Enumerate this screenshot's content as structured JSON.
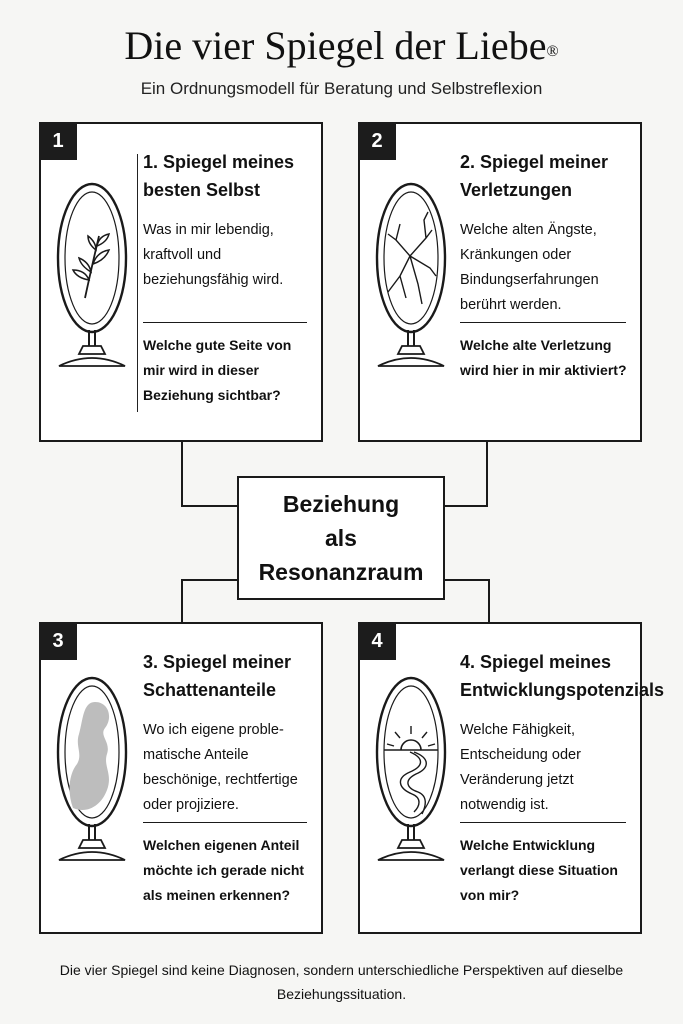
{
  "title": "Die vier Spiegel der Liebe",
  "title_mark": "®",
  "subtitle": "Ein Ordnungsmodell für Beratung und Selbstreflexion",
  "center": {
    "label": "Beziehung\nals\nResonanzraum"
  },
  "cards": [
    {
      "number": "1",
      "heading": "1. Spiegel meines besten Selbst",
      "description": "Was in mir lebendig, kraftvoll und beziehungsfähig wird.",
      "question": "Welche gute Seite von mir wird in dieser Beziehung sichtbar?",
      "icon": "mirror-plant-icon"
    },
    {
      "number": "2",
      "heading": "2. Spiegel meiner Verletzungen",
      "description": "Welche alten Ängste, Kränkungen oder Bindungserfahrungen berührt werden.",
      "question": "Welche alte Verletzung wird hier in mir aktiviert?",
      "icon": "mirror-cracked-icon"
    },
    {
      "number": "3",
      "heading": "3. Spiegel meiner Schattenanteile",
      "description": "Wo ich eigene proble-matische Anteile beschönige, rechtfertige oder projiziere.",
      "question": "Welchen eigenen Anteil möchte ich gerade nicht als meinen erkennen?",
      "icon": "mirror-shadow-icon"
    },
    {
      "number": "4",
      "heading": "4. Spiegel meines Entwicklungspotenzials",
      "description": "Welche Fähigkeit, Entscheidung oder Veränderung jetzt notwendig ist.",
      "question": "Welche Entwicklung verlangt diese Situation von mir?",
      "icon": "mirror-sunrise-path-icon"
    }
  ],
  "footer": "Die vier Spiegel sind keine Diagnosen, sondern unterschiedliche Perspektiven auf dieselbe Beziehungssituation."
}
